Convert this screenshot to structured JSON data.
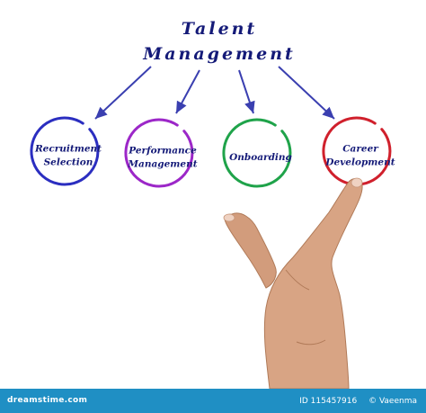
{
  "title": {
    "line1": "Talent",
    "line2": "Management"
  },
  "nodes": [
    {
      "label_lines": [
        "Recruitment",
        "Selection"
      ],
      "color": "#2b2ec0"
    },
    {
      "label_lines": [
        "Performance",
        "Management"
      ],
      "color": "#9c27c8"
    },
    {
      "label_lines": [
        "Onboarding"
      ],
      "color": "#1fa34a"
    },
    {
      "label_lines": [
        "Career",
        "Development"
      ],
      "color": "#d0202c"
    }
  ],
  "arrow_color": "#3a3fb0",
  "footer": {
    "brand": "dreamstime.com",
    "id_text": "ID 115457916",
    "credit": "© Vaeenma",
    "bar_color": "#1f8fc4"
  }
}
